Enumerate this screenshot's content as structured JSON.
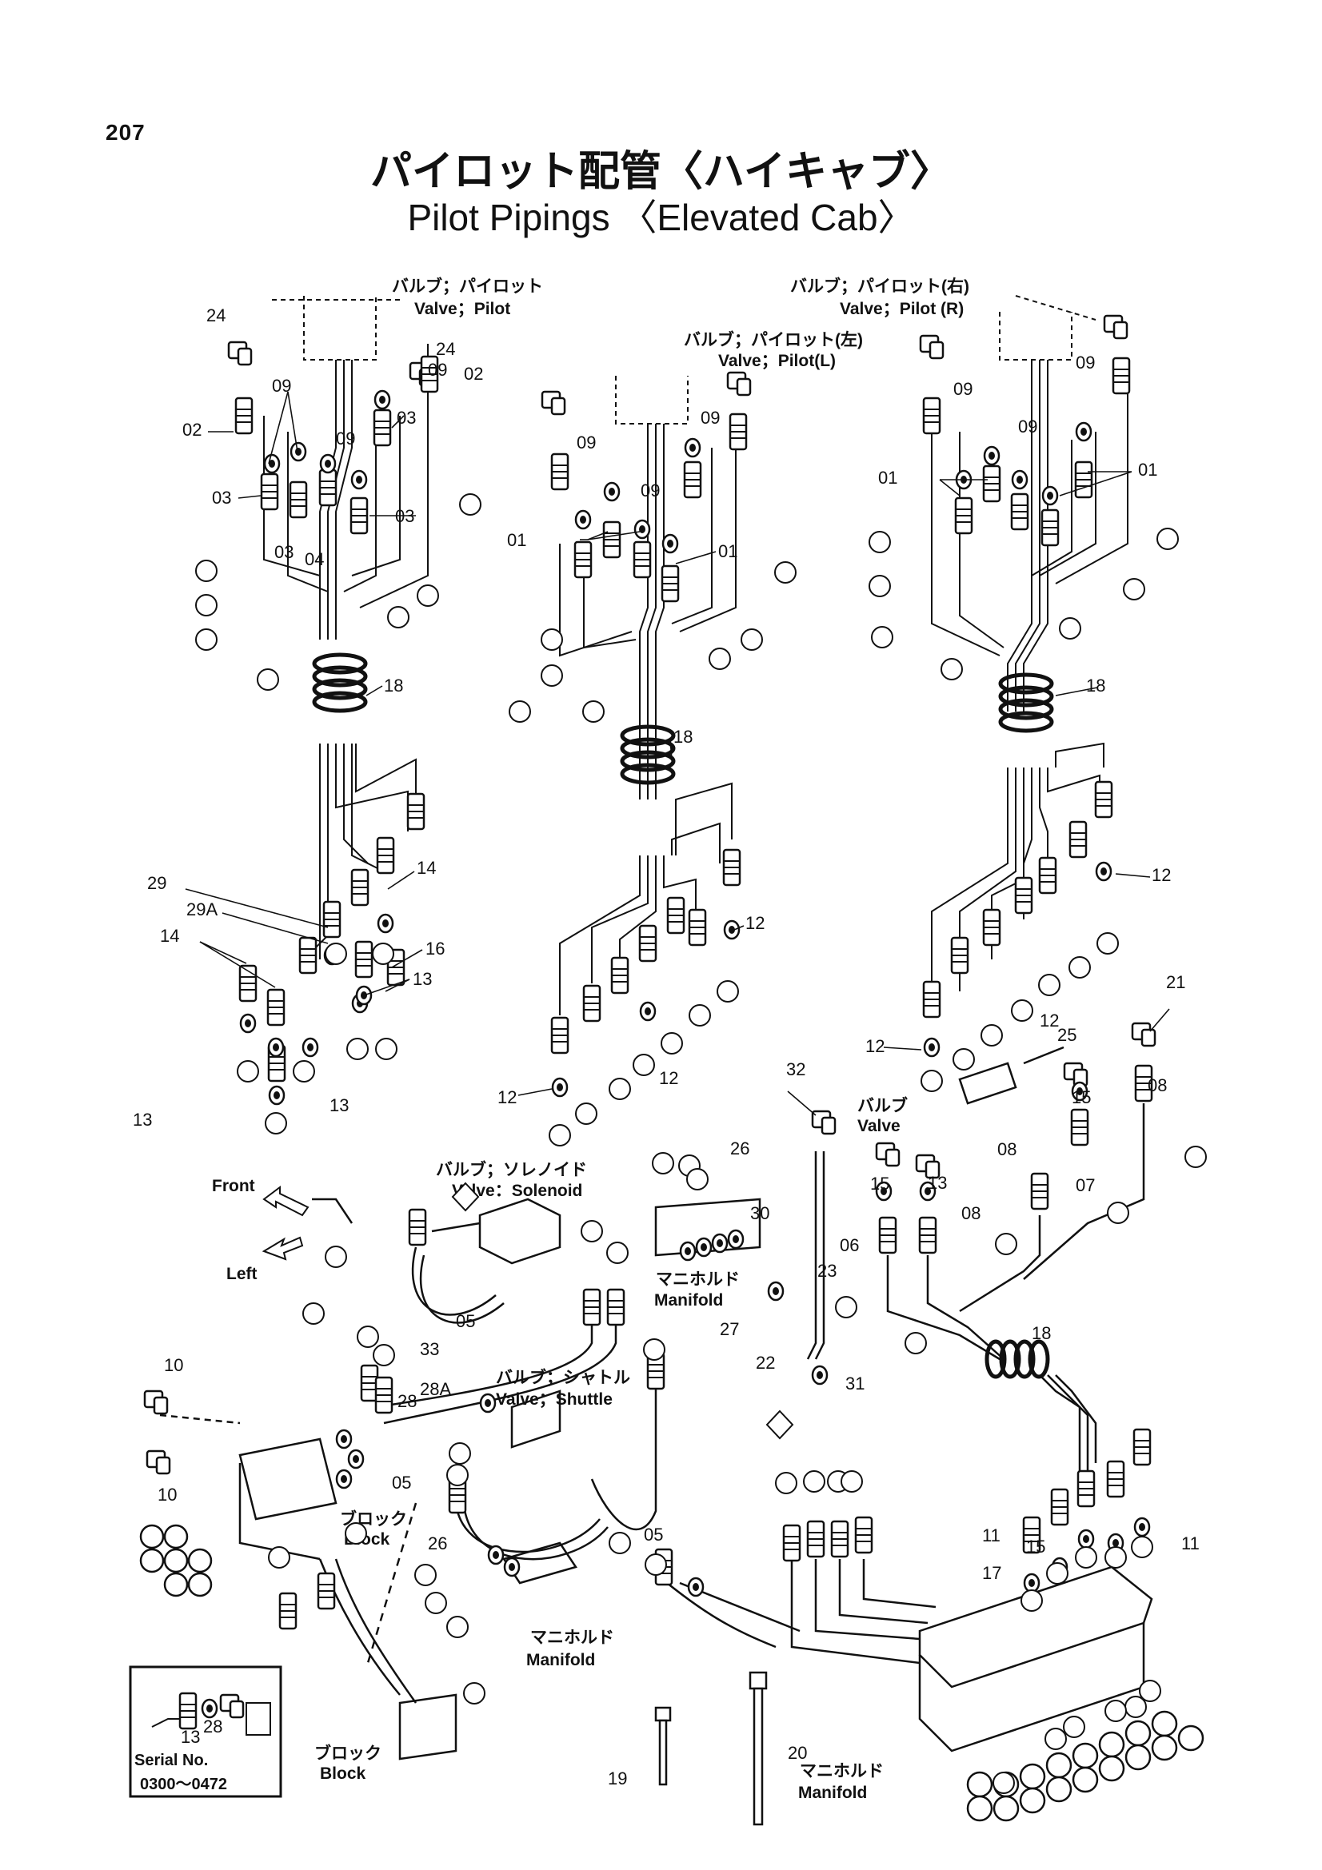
{
  "page_number": "207",
  "title_ja": "パイロット配管〈ハイキャブ〉",
  "title_en": "Pilot Pipings 〈Elevated Cab〉",
  "labels": {
    "valve_pilot_ja": "バルブ；パイロット",
    "valve_pilot_en": "Valve；Pilot",
    "valve_pilot_r_ja": "バルブ；パイロット(右)",
    "valve_pilot_r_en": "Valve；Pilot (R)",
    "valve_pilot_l_ja": "バルブ；パイロット(左)",
    "valve_pilot_l_en": "Valve；Pilot(L)",
    "valve_solenoid_ja": "バルブ；ソレノイド",
    "valve_solenoid_en": "Valve：Solenoid",
    "valve_shuttle_ja": "バルブ；シャトル",
    "valve_shuttle_en": "Valve；Shuttle",
    "valve_ja": "バルブ",
    "valve_en": "Valve",
    "manifold_ja": "マニホルド",
    "manifold_en": "Manifold",
    "block_ja": "ブロック",
    "block_en": "Block",
    "front": "Front",
    "left": "Left"
  },
  "serial": {
    "label": "Serial  No.",
    "range": "0300～0472",
    "parts": [
      "13",
      "28"
    ]
  }
}
